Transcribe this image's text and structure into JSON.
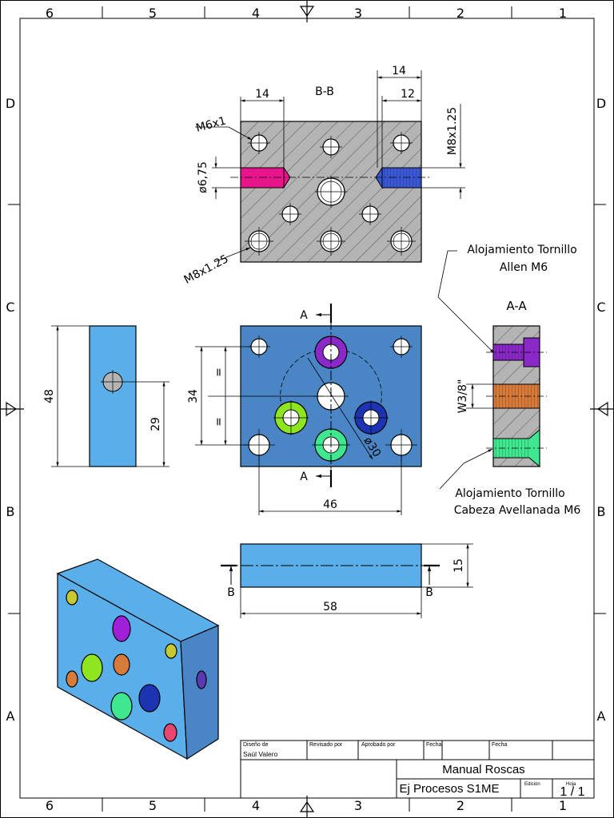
{
  "zone_labels": {
    "columns": [
      "6",
      "5",
      "4",
      "3",
      "2",
      "1"
    ],
    "rows": [
      "D",
      "C",
      "B",
      "A"
    ]
  },
  "view_bb": {
    "section_label": "B-B",
    "dim_left_14": "14",
    "dim_top_14": "14",
    "dim_top_12": "12",
    "thread_m6": "M6x1",
    "thread_m8_right": "M8x1.25",
    "diameter_675": "ø6,75",
    "thread_m8_bottom": "M8x1.25"
  },
  "view_aa": {
    "section_label": "A-A",
    "callout_allen_line1": "Alojamiento Tornillo",
    "callout_allen_line2": "Allen M6",
    "thread_w38": "W3/8\"",
    "callout_countersunk_line1": "Alojamiento Tornillo",
    "callout_countersunk_line2": "Cabeza Avellanada M6"
  },
  "view_front": {
    "cut_label_top": "A",
    "cut_label_bottom": "A",
    "dim_34": "34",
    "equal_mark_top": "=",
    "equal_mark_bottom": "=",
    "diameter_30": "ø30",
    "dim_46": "46"
  },
  "view_side": {
    "dim_48": "48",
    "dim_29": "29"
  },
  "view_top": {
    "cut_label_left": "B",
    "cut_label_right": "B",
    "dim_15": "15",
    "dim_58": "58"
  },
  "title_block": {
    "designed_by_label": "Diseño de",
    "designer_name": "Saúl Valero",
    "reviewed_by_label": "Revisado por",
    "approved_by_label": "Aprobado por",
    "date_label_1": "Fecha",
    "date_label_2": "Fecha",
    "title": "Manual Roscas",
    "subtitle": "Ej Procesos S1ME",
    "edition_label": "Edición",
    "sheet_label": "Hoja",
    "sheet_number": "1 / 1"
  },
  "colors": {
    "section_fill": "#b4b4b4",
    "view_fill": "#4a86c5",
    "part_blue": "#5aaeea",
    "thread_magenta": "#e8148c",
    "thread_blue": "#3b58d6",
    "hole_purple": "#8a28c8",
    "hole_green": "#3fe890",
    "hole_lime": "#8ee620",
    "hole_navy": "#1c34b4",
    "thread_orange": "#d87a3a"
  }
}
